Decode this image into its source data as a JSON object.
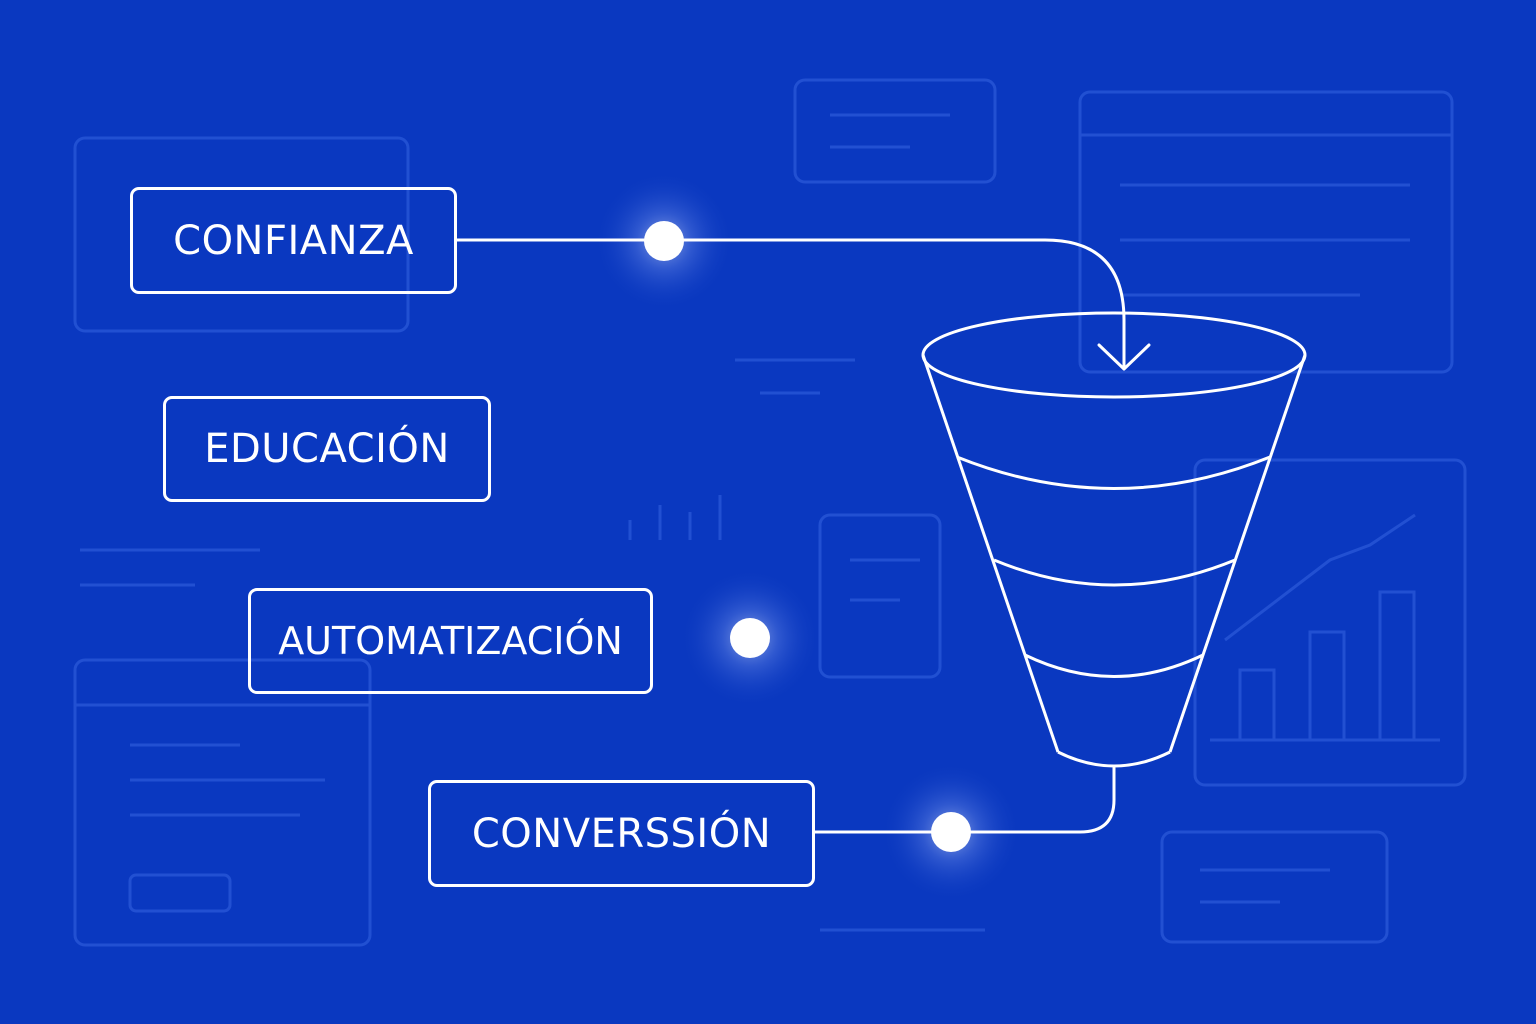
{
  "colors": {
    "background": "#0a38c0",
    "line": "#ffffff",
    "ghost": "#2a58d8"
  },
  "stages": [
    {
      "label": "CONFIANZA"
    },
    {
      "label": "EDUCACIÓN"
    },
    {
      "label": "AUTOMATIZACIÓN"
    },
    {
      "label": "CONVERSSIÓN"
    }
  ],
  "funnel": {
    "tiers": 4
  }
}
